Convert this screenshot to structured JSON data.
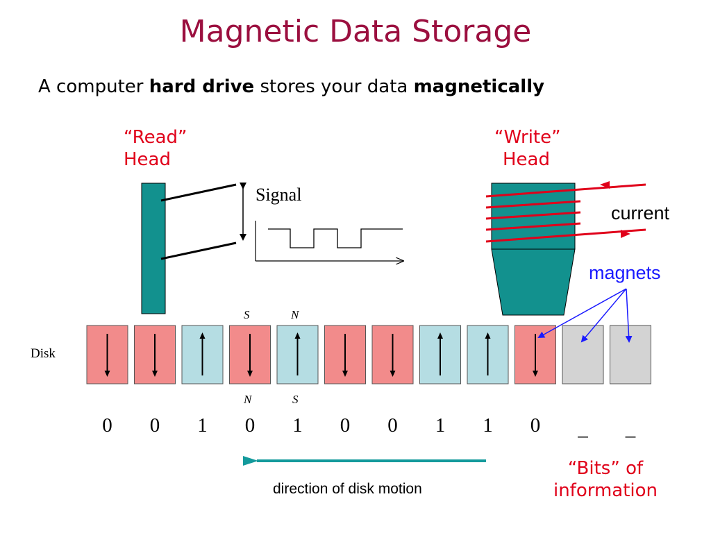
{
  "title": "Magnetic Data Storage",
  "subtitle": {
    "part1": "A computer ",
    "bold1": "hard drive",
    "part2": " stores your data ",
    "bold2": "magnetically"
  },
  "read_head": {
    "line1": "“Read”",
    "line2": "Head"
  },
  "write_head": {
    "line1": "“Write”",
    "line2": "Head"
  },
  "signal_label": "Signal",
  "current_label": "current",
  "magnets_label": "magnets",
  "disk_label": "Disk",
  "pole_labels": {
    "top_s": "S",
    "top_n": "N",
    "bottom_n": "N",
    "bottom_s": "S"
  },
  "bits": [
    {
      "value": "0",
      "direction": "down",
      "color": "#f28b8b"
    },
    {
      "value": "0",
      "direction": "down",
      "color": "#f28b8b"
    },
    {
      "value": "1",
      "direction": "up",
      "color": "#b5dde3"
    },
    {
      "value": "0",
      "direction": "down",
      "color": "#f28b8b"
    },
    {
      "value": "1",
      "direction": "up",
      "color": "#b5dde3"
    },
    {
      "value": "0",
      "direction": "down",
      "color": "#f28b8b"
    },
    {
      "value": "0",
      "direction": "down",
      "color": "#f28b8b"
    },
    {
      "value": "1",
      "direction": "up",
      "color": "#b5dde3"
    },
    {
      "value": "1",
      "direction": "up",
      "color": "#b5dde3"
    },
    {
      "value": "0",
      "direction": "down",
      "color": "#f28b8b"
    },
    {
      "value": "_",
      "direction": "none",
      "color": "#d3d3d3"
    },
    {
      "value": "_",
      "direction": "none",
      "color": "#d3d3d3"
    }
  ],
  "motion_label": "direction of disk motion",
  "bits_info": {
    "line1": "“Bits” of",
    "line2": "information"
  },
  "colors": {
    "title": "#9b0f3f",
    "accent_red": "#e0001a",
    "magnets_blue": "#1a1aff",
    "head_teal": "#12918e",
    "motion_arrow": "#149a9c"
  }
}
